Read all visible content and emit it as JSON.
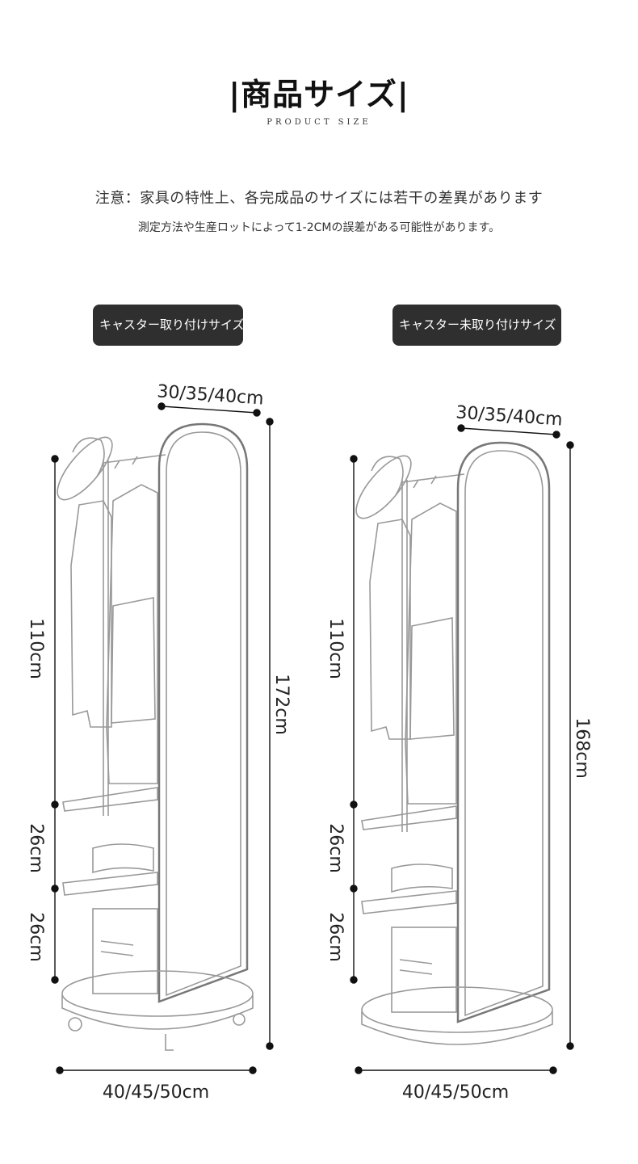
{
  "header": {
    "title": "|商品サイズ|",
    "subtitle": "PRODUCT SIZE"
  },
  "notes": {
    "line1": "注意：家具の特性上、各完成品のサイズには若干の差異があります",
    "line2": "測定方法や生産ロットによって1-2CMの誤差がある可能性があります。"
  },
  "variants": [
    {
      "label": "キャスター取り付けサイズ",
      "depth": "30/35/40cm",
      "total_height": "172cm",
      "upper_height": "110cm",
      "middle_height": "26cm",
      "lower_height": "26cm",
      "width": "40/45/50cm"
    },
    {
      "label": "キャスター未取り付けサイズ",
      "depth": "30/35/40cm",
      "total_height": "168cm",
      "upper_height": "110cm",
      "middle_height": "26cm",
      "lower_height": "26cm",
      "width": "40/45/50cm"
    }
  ]
}
